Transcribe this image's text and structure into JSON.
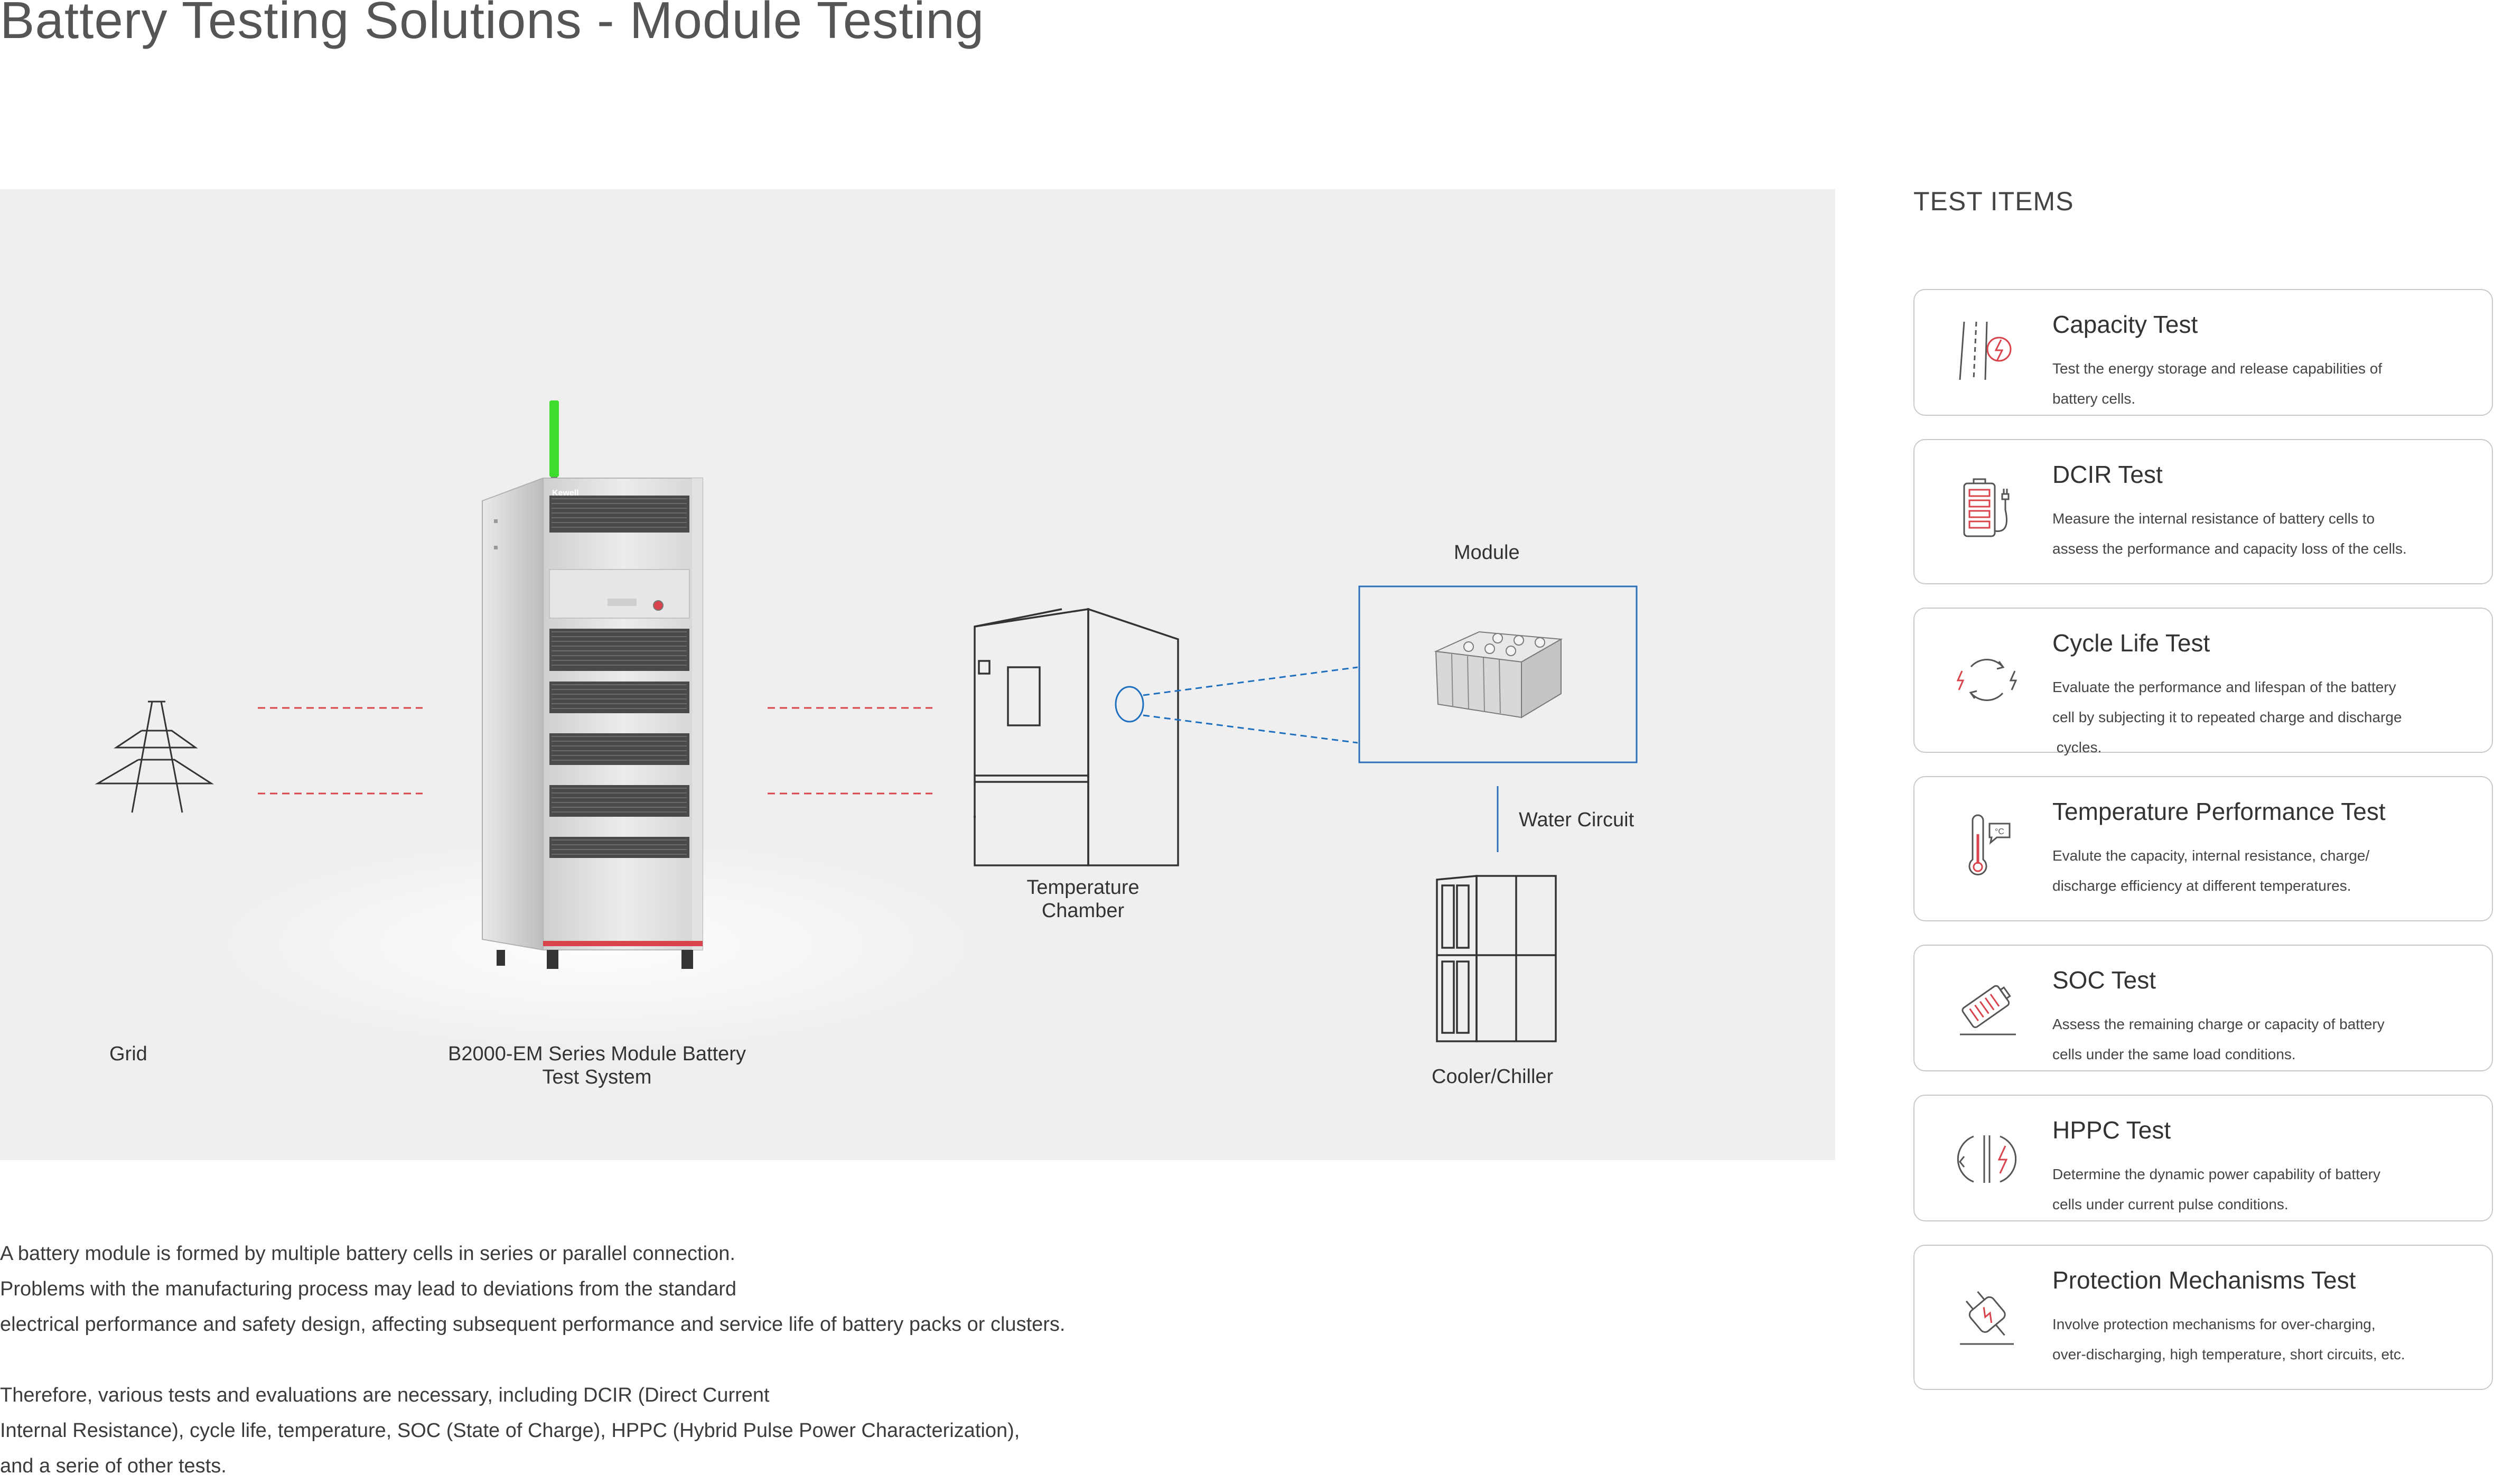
{
  "page": {
    "title": "Battery Testing Solutions - Module Testing"
  },
  "diagram": {
    "labels": {
      "grid": "Grid",
      "system_line1": "B2000-EM Series Module Battery",
      "system_line2": "Test System",
      "chamber_line1": "Temperature",
      "chamber_line2": "Chamber",
      "module": "Module",
      "water_circuit": "Water Circuit",
      "cooler": "Cooler/Chiller",
      "brand": "Kewell"
    },
    "colors": {
      "panel_bg": "#efefef",
      "power_line": "#d9434b",
      "link_line": "#1f6fc0",
      "module_frame": "#2b6fb8",
      "cabinet_light": "#3ddc2e",
      "cabinet_stripe": "#d9434b"
    }
  },
  "intro": {
    "p1": [
      "A battery module is formed by multiple battery cells in series or parallel connection.",
      "Problems with the manufacturing process may lead to deviations from the standard",
      "electrical performance and safety design, affecting subsequent performance and service life of battery packs or clusters."
    ],
    "p2": [
      "Therefore, various tests and evaluations are necessary, including DCIR (Direct Current",
      "Internal Resistance), cycle life, temperature, SOC (State of Charge), HPPC (Hybrid Pulse Power Characterization),",
      "and a serie of other tests."
    ]
  },
  "test_items": {
    "heading": "TEST ITEMS",
    "items": [
      {
        "title": "Capacity Test",
        "icon": "capacity-icon",
        "desc": [
          "Test the energy storage and release capabilities of",
          "battery cells."
        ]
      },
      {
        "title": "DCIR Test",
        "icon": "dcir-battery-icon",
        "desc": [
          "Measure the internal resistance of battery cells to",
          "assess the performance and capacity loss of the cells."
        ]
      },
      {
        "title": "Cycle Life Test",
        "icon": "cycle-icon",
        "desc": [
          "Evaluate the performance and lifespan of the battery",
          "cell by subjecting it to repeated charge and discharge",
          " cycles."
        ]
      },
      {
        "title": "Temperature Performance Test",
        "icon": "thermometer-icon",
        "desc": [
          "Evalute the capacity, internal resistance, charge/",
          "discharge efficiency at different temperatures."
        ]
      },
      {
        "title": "SOC Test",
        "icon": "soc-battery-icon",
        "desc": [
          "Assess the remaining charge or capacity of battery",
          "cells under the same load conditions."
        ]
      },
      {
        "title": "HPPC Test",
        "icon": "pulse-icon",
        "desc": [
          "Determine the dynamic power capability of battery",
          "cells under current pulse conditions."
        ]
      },
      {
        "title": "Protection Mechanisms Test",
        "icon": "plug-protection-icon",
        "desc": [
          "Involve protection mechanisms for over-charging,",
          "over-discharging, high temperature, short circuits, etc."
        ]
      }
    ],
    "colors": {
      "icon_line": "#555555",
      "icon_accent": "#d9434b",
      "card_border": "#c9c9c9"
    }
  }
}
